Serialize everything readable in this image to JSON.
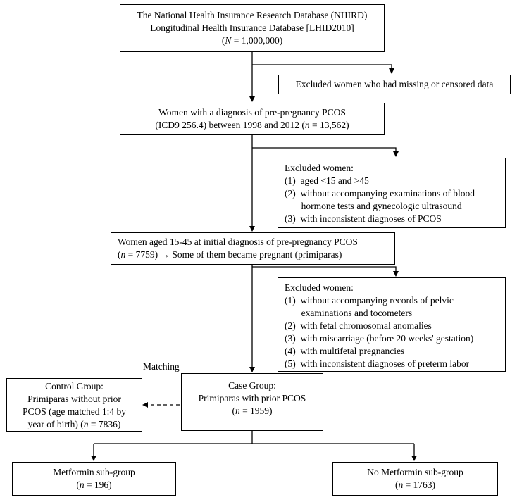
{
  "source_box": {
    "line1": "The National Health Insurance Research Database (NHIRD)",
    "line2": "Longitudinal Health Insurance Database [LHID2010]",
    "line3_var": "N",
    "line3_rest": " = 1,000,000)"
  },
  "exclusion_1": {
    "text": "Excluded women who had missing or censored data"
  },
  "pcos_box": {
    "line1": "Women with a diagnosis of pre-pregnancy PCOS",
    "line2_pre": "(ICD9 256.4) between 1998 and 2012 (",
    "line2_var": "n",
    "line2_post": " = 13,562)"
  },
  "exclusion_2": {
    "title": "Excluded women:",
    "items": [
      "(1)  aged <15 and >45",
      "(2)  without accompanying examinations of blood",
      "       hormone tests and gynecologic ultrasound",
      "(3)  with inconsistent diagnoses of PCOS"
    ]
  },
  "aged_box": {
    "line1": "Women aged 15-45 at initial diagnosis of pre-pregnancy PCOS",
    "line2_pre": "(",
    "line2_var": "n",
    "line2_post": " = 7759) → Some of them became pregnant (primiparas)"
  },
  "exclusion_3": {
    "title": "Excluded women:",
    "items": [
      "(1)  without accompanying records of pelvic",
      "       examinations and tocometers",
      "(2)  with fetal chromosomal anomalies",
      "(3)  with miscarriage (before 20 weeks' gestation)",
      "(4)  with multifetal pregnancies",
      "(5)  with inconsistent diagnoses of preterm labor"
    ]
  },
  "matching_label": "Matching",
  "control_group": {
    "line1": "Control Group:",
    "line2": "Primiparas without prior",
    "line3": "PCOS (age matched 1:4 by",
    "line4_pre": "year of birth) (",
    "line4_var": "n",
    "line4_post": " = 7836)"
  },
  "case_group": {
    "line1": "Case Group:",
    "line2": "Primiparas with prior PCOS",
    "line3_pre": "(",
    "line3_var": "n",
    "line3_post": " = 1959)"
  },
  "metformin_group": {
    "line1": "Metformin sub-group",
    "line2_pre": "(",
    "line2_var": "n",
    "line2_post": " = 196)"
  },
  "no_metformin_group": {
    "line1": "No Metformin sub-group",
    "line2_pre": "(",
    "line2_var": "n",
    "line2_post": " = 1763)"
  }
}
